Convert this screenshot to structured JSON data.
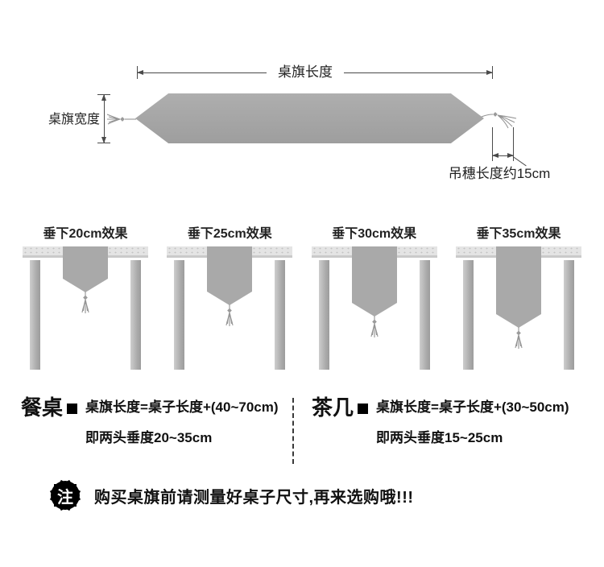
{
  "diagram": {
    "length_label": "桌旗长度",
    "width_label": "桌旗宽度",
    "tassel_label": "吊穗长度约15cm"
  },
  "drape_examples": [
    {
      "label": "垂下20cm效果",
      "drop_cm": 20
    },
    {
      "label": "垂下25cm效果",
      "drop_cm": 25
    },
    {
      "label": "垂下30cm效果",
      "drop_cm": 30
    },
    {
      "label": "垂下35cm效果",
      "drop_cm": 35
    }
  ],
  "specs": [
    {
      "title": "餐桌",
      "formula": "桌旗长度=桌子长度+(40~70cm)",
      "detail": "即两头垂度20~35cm"
    },
    {
      "title": "茶几",
      "formula": "桌旗长度=桌子长度+(30~50cm)",
      "detail": "即两头垂度15~25cm"
    }
  ],
  "note": {
    "badge": "注",
    "text": "购买桌旗前请测量好桌子尺寸,再来选购哦!!!"
  },
  "colors": {
    "runner_gray": "#a8a8a8",
    "tabletop_gray": "#e4e4e4",
    "leg_gray": "#b3b3b3",
    "dimension_line": "#4a4a4a",
    "badge_black": "#000000"
  }
}
